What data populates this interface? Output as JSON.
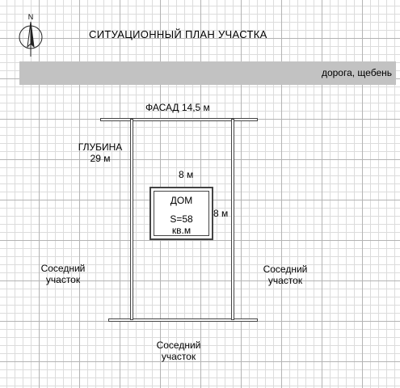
{
  "plan": {
    "title": "СИТУАЦИОННЫЙ ПЛАН УЧАСТКА",
    "compass_letter": "N",
    "road_label": "дорога, щебень",
    "facade_label": "ФАСАД 14,5 м",
    "depth_label_line1": "ГЛУБИНА",
    "depth_label_line2": "29 м",
    "house": {
      "name": "ДОМ",
      "area": "S=58",
      "area_unit": "кв.м",
      "width_label": "8 м",
      "height_label": "8 м"
    },
    "neighbor_left_line1": "Соседний",
    "neighbor_left_line2": "участок",
    "neighbor_right_line1": "Соседний",
    "neighbor_right_line2": "участок",
    "neighbor_bottom_line1": "Соседний",
    "neighbor_bottom_line2": "участок"
  },
  "colors": {
    "grid_major": "#b4b4b4",
    "grid_minor": "#dcdcdc",
    "road_fill": "#c2c2c2",
    "wall_stroke": "#444444"
  }
}
